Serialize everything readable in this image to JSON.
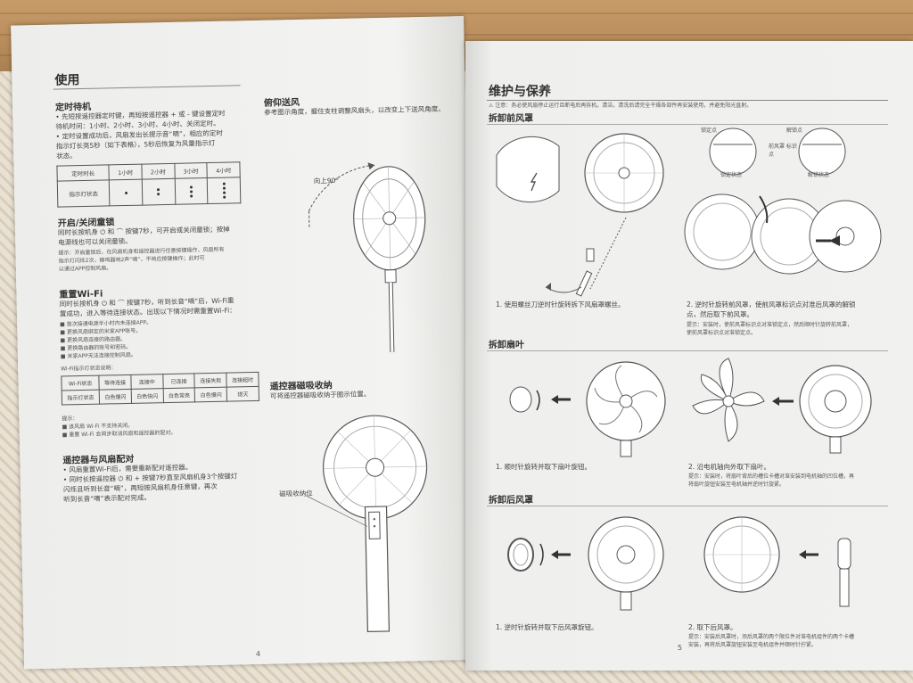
{
  "left_page": {
    "title": "使用",
    "timer": {
      "heading": "定时待机",
      "lines": [
        "• 先短按遥控器定时键，再短按遥控器 + 或 - 键设置定时",
        "  待机时间：1小时、2小时、3小时、4小时、关闭定时。",
        "• 定时设置成功后，风扇发出长提示音“嘀”，相应的定时",
        "  指示灯长亮5秒（如下表格），5秒后恢复为风量指示灯",
        "  状态。"
      ],
      "table_row1": [
        "定时时长",
        "1小时",
        "2小时",
        "3小时",
        "4小时"
      ],
      "table_row2_label": "指示灯状态"
    },
    "childlock": {
      "heading": "开启/关闭童锁",
      "lines": [
        "同时长按机身 ⏻ 和 ⌒ 按键7秒，可开启或关闭童锁；按掉",
        "电源线也可以关闭童锁。"
      ],
      "note_lines": [
        "提示：开启童锁后，在风扇机身和遥控器进行任意按键操作，风扇所有",
        "      指示灯闪烁2次，蜂鸣器响2声“嘀”，不响应按键操作；此时可",
        "      以通过APP控制风扇。"
      ]
    },
    "wifi": {
      "heading": "重置Wi-Fi",
      "lines": [
        "同时长按机身 ⏻ 和 ⌒ 按键7秒，听到长音“嘀”后，Wi-Fi重",
        "置成功，进入等待连接状态。出现以下情况时需重置Wi-Fi："
      ],
      "bullets": [
        "■ 首次接通电源半小时内未连接APP。",
        "■ 更换风扇绑定的米家APP账号。",
        "■ 更换风扇连接的路由器。",
        "■ 更换路由器的账号和密码。",
        "■ 米家APP无法连接控制风扇。"
      ],
      "table_caption": "Wi-Fi指示灯状态说明：",
      "table_row1": [
        "Wi-Fi状态",
        "等待连接",
        "连接中",
        "已连接",
        "连接失败",
        "连接超时"
      ],
      "table_row2": [
        "指示灯状态",
        "白色慢闪",
        "白色快闪",
        "白色常亮",
        "白色慢闪",
        "熄灭"
      ],
      "note_title": "提示：",
      "notes": [
        "■ 该风扇 Wi-Fi 不支持关闭。",
        "■ 重置 Wi-Fi 会同步取消风扇和遥控器的配对。"
      ]
    },
    "pairing": {
      "heading": "遥控器与风扇配对",
      "lines": [
        "• 风扇重置Wi-Fi后，需要重新配对遥控器。",
        "• 同时长按遥控器 ⏻ 和 + 按键7秒直至风扇机身3个按键灯",
        "  闪烁且听到长音“嘀”，再短按风扇机身任意键，再次",
        "  听到长音“嘀”表示配对完成。"
      ]
    },
    "tilt": {
      "heading": "俯仰送风",
      "text": "参考图示角度，握住支柱调整风扇头，以改变上下送风角度。",
      "angle_label": "向上90°"
    },
    "remote_store": {
      "heading": "遥控器磁吸收纳",
      "text": "可将遥控器磁吸收纳于图示位置。",
      "callout": "磁吸收纳位"
    },
    "page_number": "4"
  },
  "right_page": {
    "title": "维护与保养",
    "warning": "⚠ 注意：务必使风扇停止运行且断电后再拆机。清洁，清洗后请完全干燥各部件再安装使用，并避免阳光直射。",
    "front_cover": {
      "heading": "拆卸前风罩",
      "step1": "1. 使用螺丝刀逆时针旋转拆下风扇罩螺丝。",
      "step2_lines": [
        "2. 逆时针旋转前风罩，使前风罩标识点对准后风罩的解锁",
        "   点，然后取下前风罩。"
      ],
      "step2_note": [
        "提示：安装时，使前风罩标识点对准锁定点，然后顺时针旋转前风罩，",
        "      使前风罩标识点对准锁定点。"
      ],
      "label_lock": "锁定点",
      "label_unlock": "解锁点",
      "label_mark": "前风罩\n标识点",
      "label_locked": "锁定状态",
      "label_unlocked": "解锁状态"
    },
    "blade": {
      "heading": "拆卸扇叶",
      "step1": "1. 顺时针旋转并取下扇叶旋钮。",
      "step2": "2. 沿电机轴向外取下扇叶。",
      "note": [
        "提示：安装时，将扇叶背后的槽位卡槽对准安装到电机轴的凹位槽，再",
        "      将扇叶旋钮安装至电机轴并逆时针旋紧。"
      ]
    },
    "rear_cover": {
      "heading": "拆卸后风罩",
      "step1": "1. 逆时针旋转并取下后风罩旋钮。",
      "step2": "2. 取下后风罩。",
      "note": [
        "提示：安装后风罩时，须后风罩的两个限位件对准电机组件的两个卡槽",
        "      安装，再将后风罩旋钮安装至电机组件并顺时针拧紧。"
      ]
    },
    "page_number": "5"
  },
  "colors": {
    "page": "#f3f3f1",
    "ink": "#333333",
    "wood": "#b58f62",
    "weave": "#e4dccb"
  }
}
